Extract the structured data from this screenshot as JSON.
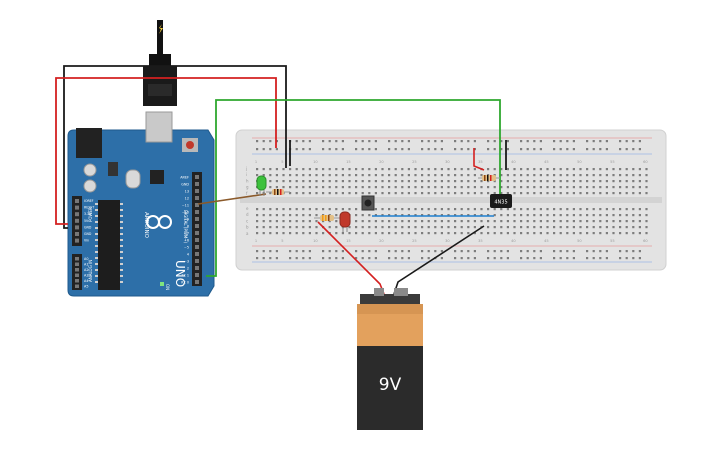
{
  "arduino": {
    "board_label": "UNO",
    "brand_label": "ARDUINO",
    "header_labels": [
      "AREF",
      "GND",
      "13",
      "12",
      "~11",
      "~10",
      "~9",
      "8",
      "7",
      "~6",
      "~5",
      "4",
      "~3",
      "2",
      "TX 1",
      "RX 0"
    ],
    "digital_label": "DIGITAL (PWM~)",
    "power_labels": [
      "IOREF",
      "RESET",
      "3.3V",
      "5V",
      "GND",
      "GND",
      "Vin"
    ],
    "analog_labels": [
      "A0",
      "A1",
      "A2",
      "A3",
      "A4",
      "A5"
    ],
    "analog_label": "ANALOG IN",
    "power_label": "POWER",
    "on_label": "ON",
    "colors": {
      "board": "#2d6fa8",
      "board_dark": "#1f5a8c"
    }
  },
  "breadboard": {
    "top_letters": [
      "j",
      "i",
      "h",
      "g",
      "f"
    ],
    "bottom_letters": [
      "e",
      "d",
      "c",
      "b",
      "a"
    ],
    "column_numbers": [
      "1",
      "5",
      "10",
      "15",
      "20",
      "25",
      "30",
      "35",
      "40",
      "45",
      "50",
      "55",
      "60"
    ],
    "color": "#e3e3e3"
  },
  "ic": {
    "label": "4N35"
  },
  "battery": {
    "label": "9V",
    "top_color": "#e3a15d",
    "body_color": "#2b2b2b"
  },
  "wires": {
    "colors": {
      "black": "#1a1a1a",
      "red": "#d42020",
      "green": "#2fa82f",
      "blue": "#1e7fd0",
      "brown": "#8b5a2b"
    }
  }
}
